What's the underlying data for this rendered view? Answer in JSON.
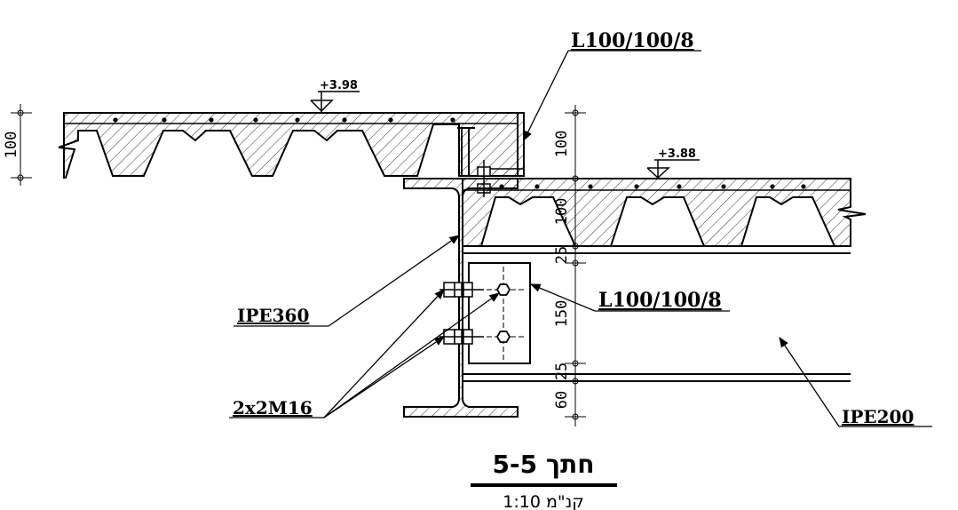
{
  "labels": {
    "angle_top": "L100/100/8",
    "angle_side": "L100/100/8",
    "main_beam": "IPE360",
    "secondary_beam": "IPE200",
    "bolts": "2x2M16"
  },
  "levels": {
    "upper": "+3.98",
    "lower": "+3.88"
  },
  "dimensions": {
    "left_slab": "100",
    "right_slab": "100",
    "deck_rib": "100",
    "gap_top": "25",
    "cleat": "150",
    "gap_bottom": "25",
    "bottom": "60"
  },
  "title": {
    "section": "חתך 5-5",
    "scale": "קנ\"מ 1:10"
  },
  "colors": {
    "line": "#000000",
    "background": "#ffffff"
  }
}
